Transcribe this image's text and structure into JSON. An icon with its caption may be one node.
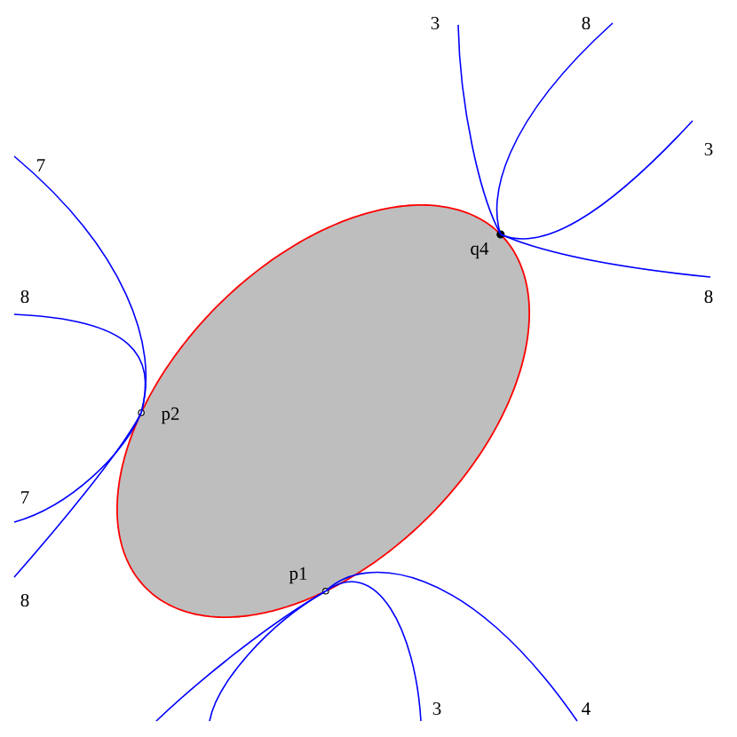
{
  "diagram": {
    "nodes": [
      {
        "text": [
          "p1"
        ]
      },
      {
        "text": [
          "p2"
        ]
      },
      {
        "text": [
          "q4"
        ]
      },
      {
        "text": [
          "3"
        ]
      },
      {
        "text": [
          "8"
        ]
      },
      {
        "text": [
          "3"
        ]
      },
      {
        "text": [
          "8"
        ]
      },
      {
        "text": [
          "7"
        ]
      },
      {
        "text": [
          "8"
        ]
      },
      {
        "text": [
          "7"
        ]
      },
      {
        "text": [
          "8"
        ]
      },
      {
        "text": [
          "3"
        ]
      },
      {
        "text": [
          "4"
        ]
      }
    ],
    "edges": [
      {
        "from": 2,
        "to": 3,
        "arrow": "none"
      },
      {
        "from": 2,
        "to": 4,
        "arrow": "none"
      },
      {
        "from": 2,
        "to": 5,
        "arrow": "none"
      },
      {
        "from": 2,
        "to": 6,
        "arrow": "none"
      },
      {
        "from": 1,
        "to": 7,
        "arrow": "none"
      },
      {
        "from": 1,
        "to": 8,
        "arrow": "none"
      },
      {
        "from": 1,
        "to": 9,
        "arrow": "none"
      },
      {
        "from": 1,
        "to": 10,
        "arrow": "none"
      },
      {
        "from": 0,
        "to": null,
        "arrow": "none"
      },
      {
        "from": 0,
        "to": null,
        "arrow": "none"
      },
      {
        "from": 0,
        "to": 11,
        "arrow": "none"
      },
      {
        "from": 0,
        "to": 12,
        "arrow": "none"
      }
    ]
  }
}
